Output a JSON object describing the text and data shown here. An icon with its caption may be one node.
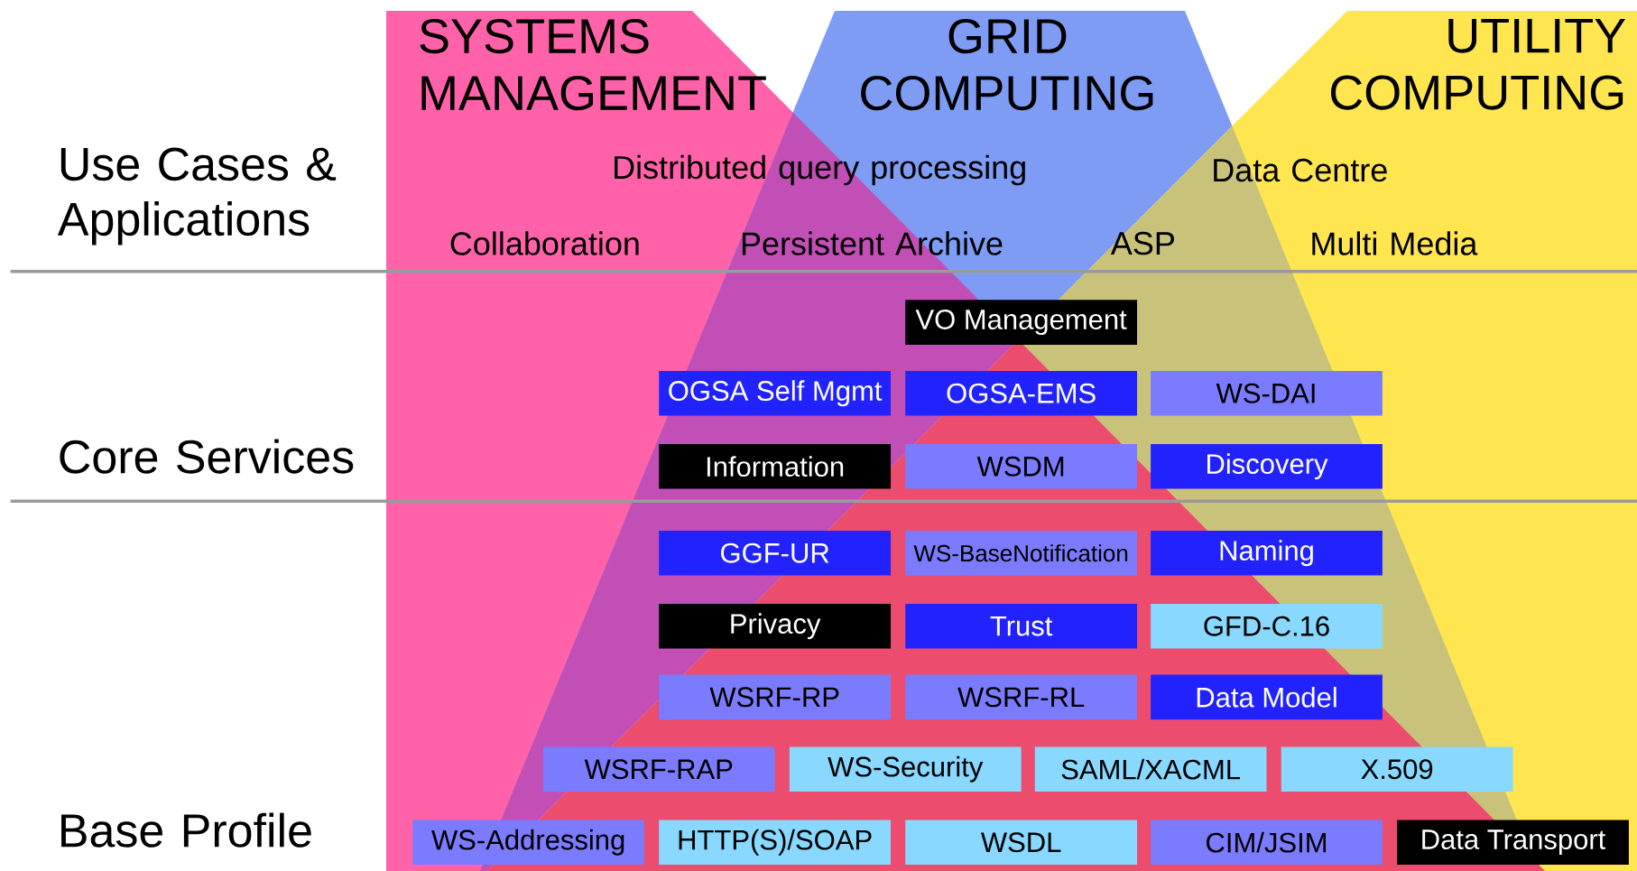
{
  "diagram": {
    "nodes": [
      {
        "text": [
          "VO Management"
        ]
      },
      {
        "text": [
          "OGSA Self Mgmt"
        ]
      },
      {
        "text": [
          "OGSA-EMS"
        ]
      },
      {
        "text": [
          "WS-DAI"
        ]
      },
      {
        "text": [
          "Information"
        ]
      },
      {
        "text": [
          "WSDM"
        ]
      },
      {
        "text": [
          "Discovery"
        ]
      },
      {
        "text": [
          "GGF-UR"
        ]
      },
      {
        "text": [
          "WS-BaseNotification"
        ]
      },
      {
        "text": [
          "Naming"
        ]
      },
      {
        "text": [
          "Privacy"
        ]
      },
      {
        "text": [
          "Trust"
        ]
      },
      {
        "text": [
          "GFD-C.16"
        ]
      },
      {
        "text": [
          "WSRF-RP"
        ]
      },
      {
        "text": [
          "WSRF-RL"
        ]
      },
      {
        "text": [
          "Data Model"
        ]
      },
      {
        "text": [
          "WSRF-RAP"
        ]
      },
      {
        "text": [
          "WS-Security"
        ]
      },
      {
        "text": [
          "SAML/XACML"
        ]
      },
      {
        "text": [
          "X.509"
        ]
      },
      {
        "text": [
          "WS-Addressing"
        ]
      },
      {
        "text": [
          "HTTP(S)/SOAP"
        ]
      },
      {
        "text": [
          "WSDL"
        ]
      },
      {
        "text": [
          "CIM/JSIM"
        ]
      },
      {
        "text": [
          "Data Transport"
        ]
      }
    ],
    "labels": [
      "SYSTEMS MANAGEMENT",
      "GRID COMPUTING",
      "UTILITY COMPUTING",
      "Use Cases & Applications",
      "Distributed query processing",
      "Data Centre",
      "Collaboration",
      "Persistent Archive",
      "ASP",
      "Multi Media",
      "Core Services",
      "Base Profile"
    ]
  }
}
